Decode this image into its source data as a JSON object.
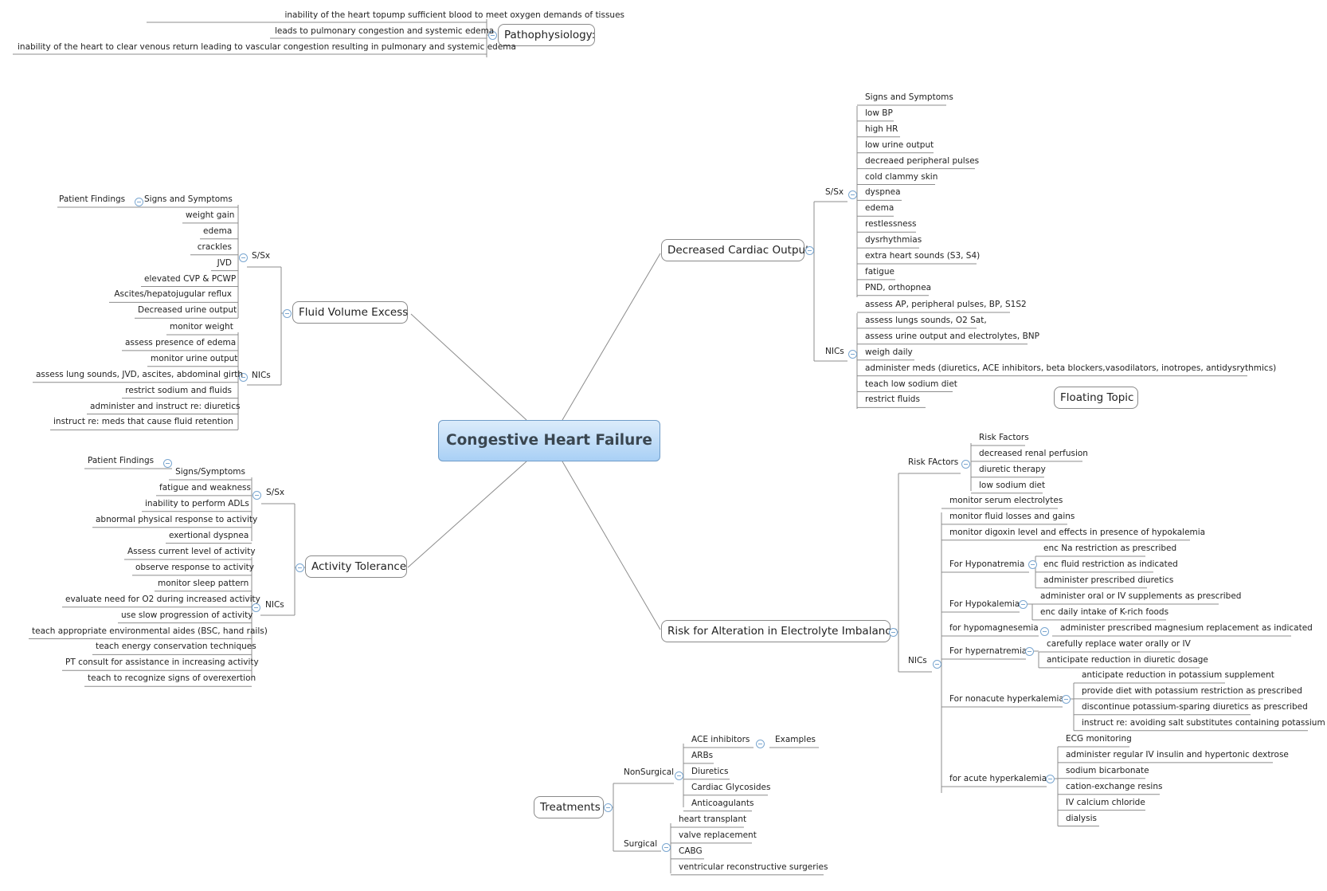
{
  "central": "Congestive Heart Failure",
  "floating": "Floating Topic",
  "patho": {
    "title": "Pathophysiology:",
    "items": [
      "inability of the heart topump sufficient blood to meet oxygen demands of tissues",
      "leads to pulmonary congestion and systemic edema",
      "inability of the heart to clear venous return leading to vascular congestion resulting in pulmonary and systemic edema"
    ]
  },
  "fve": {
    "title": "Fluid Volume Excess",
    "ssx_label": "S/Sx",
    "pf_label": "Patient Findings",
    "ssx": [
      "Signs and Symptoms",
      "weight gain",
      "edema",
      "crackles",
      "JVD",
      "elevated CVP & PCWP",
      "Ascites/hepatojugular reflux",
      "Decreased urine output"
    ],
    "nics_label": "NICs",
    "nics": [
      "monitor weight",
      "assess presence of edema",
      "monitor urine output",
      "assess lung sounds, JVD, ascites, abdominal girth",
      "restrict sodium and fluids",
      "administer and instruct re: diuretics",
      "instruct re: meds that cause fluid retention"
    ]
  },
  "at": {
    "title": "Activity Tolerance",
    "ssx_label": "S/Sx",
    "pf_label": "Patient Findings",
    "ssx": [
      "Signs/Symptoms",
      "fatigue and weakness",
      "inability to perform ADLs",
      "abnormal physical response to activity",
      "exertional dyspnea"
    ],
    "nics_label": "NICs",
    "nics": [
      "Assess current level of activity",
      "observe response to activity",
      "monitor sleep pattern",
      "evaluate need for O2 during increased activity",
      "use slow progression of activity",
      "teach appropriate environmental aides (BSC, hand rails)",
      "teach energy conservation techniques",
      "PT consult for assistance in increasing activity",
      "teach to recognize signs of overexertion"
    ]
  },
  "dco": {
    "title": "Decreased Cardiac Output",
    "ssx_label": "S/Sx",
    "ssx": [
      "Signs and Symptoms",
      "low BP",
      "high HR",
      "low urine output",
      "decreaed peripheral pulses",
      "cold clammy skin",
      "dyspnea",
      "edema",
      "restlessness",
      "dysrhythmias",
      "extra heart sounds (S3, S4)",
      "fatigue",
      "PND, orthopnea"
    ],
    "nics_label": "NICs",
    "nics": [
      "assess AP, peripheral pulses, BP, S1S2",
      "assess lungs sounds, O2 Sat,",
      "assess urine output and electrolytes, BNP",
      "weigh daily",
      "administer meds (diuretics, ACE inhibitors, beta blockers,vasodilators, inotropes, antidysrythmics)",
      "teach low sodium diet",
      "restrict fluids"
    ]
  },
  "ei": {
    "title": "Risk for Alteration in Electrolyte Imbalance",
    "rf_label": "Risk FActors",
    "rf": [
      "Risk Factors",
      "decreased renal perfusion",
      "diuretic therapy",
      "low sodium diet"
    ],
    "nics_label": "NICs",
    "nics_top": [
      "monitor serum electrolytes",
      "monitor fluid losses and gains",
      "monitor digoxin level and effects in presence of hypokalemia"
    ],
    "hypona": {
      "label": "For Hyponatremia",
      "items": [
        "enc Na restriction as prescribed",
        "enc fluid restriction as indicated",
        "administer prescribed diuretics"
      ]
    },
    "hypok": {
      "label": "For Hypokalemia",
      "items": [
        "administer oral or IV supplements as prescribed",
        "enc daily intake of K-rich foods"
      ]
    },
    "hypomg": {
      "label": "for hypomagnesemia",
      "items": [
        "administer prescribed magnesium replacement as indicated"
      ]
    },
    "hyperna": {
      "label": "For hypernatremia",
      "items": [
        "carefully replace water orally or IV",
        "anticipate reduction in diuretic dosage"
      ]
    },
    "nonacute": {
      "label": "For nonacute hyperkalemia",
      "items": [
        "anticipate reduction in potassium supplement",
        "provide diet with potassium restriction as prescribed",
        "discontinue potassium-sparing diuretics as prescribed",
        "instruct re: avoiding salt substitutes containing potassium"
      ]
    },
    "acute": {
      "label": "for acute hyperkalemia",
      "items": [
        "ECG monitoring",
        "administer regular IV insulin and hypertonic dextrose",
        "sodium bicarbonate",
        "cation-exchange resins",
        "IV calcium chloride",
        "dialysis"
      ]
    }
  },
  "tx": {
    "title": "Treatments",
    "ns_label": "NonSurgical",
    "ns": [
      "ACE inhibitors",
      "ARBs",
      "Diuretics",
      "Cardiac Glycosides",
      "Anticoagulants"
    ],
    "examples_label": "Examples",
    "s_label": "Surgical",
    "s": [
      "heart transplant",
      "valve replacement",
      "CABG",
      "ventricular reconstructive surgeries"
    ]
  }
}
